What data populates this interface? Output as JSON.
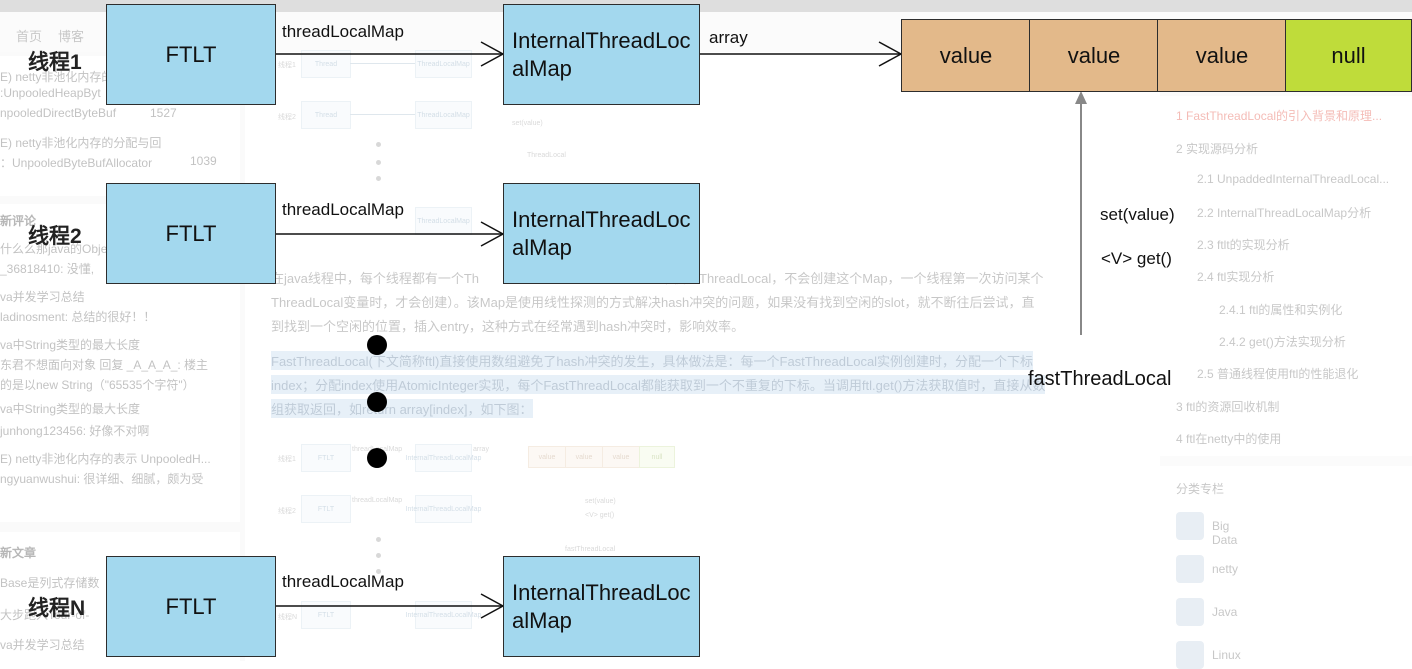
{
  "background": {
    "nav": [
      "首页",
      "博客"
    ],
    "left": {
      "articles": [
        "E) netty非池化内存的",
        ":UnpooledHeapByt",
        "npooledDirectByteBuf",
        "1527",
        "E) netty非池化内存的分配与回",
        "：UnpooledByteBufAllocator",
        "1039"
      ],
      "comments_heading": "新评论",
      "comments": [
        "什么么那java的Objec",
        "_36818410: 没懂,",
        "va并发学习总结",
        "ladinosment: 总结的很好！！",
        "va中String类型的最大长度",
        "东君不想面向对象 回复 _A_A_A_: 楼主",
        "的是以new String（\"65535个字符\"）",
        "va中String类型的最大长度",
        "junhong123456: 好像不对啊",
        "E) netty非池化内存的表示 UnpooledH...",
        "ngyuanwushui: 很详细、细腻，颇为受"
      ],
      "new_heading": "新文章",
      "new_articles": [
        "Base是列式存储数",
        "大步跑入Tour-of-",
        "va并发学习总结"
      ]
    },
    "toc": [
      "1 FastThreadLocal的引入背景和原理...",
      "2 实现源码分析",
      "2.1 UnpaddedInternalThreadLocal...",
      "2.2 InternalThreadLocalMap分析",
      "2.3 ftlt的实现分析",
      "2.4 ftl实现分析",
      "2.4.1 ftl的属性和实例化",
      "2.4.2 get()方法实现分析",
      "2.5 普通线程使用ftl的性能退化",
      "3 ftl的资源回收机制",
      "4 ftl在netty中的使用"
    ],
    "categories_heading": "分类专栏",
    "categories": [
      "Big Data",
      "netty",
      "Java",
      "Linux"
    ],
    "paragraph1": [
      "在java线程中，每个线程都有一个Th",
      "不使用ThreadLocal，不会创建这个Map，一个线程第一次访问某个",
      "ThreadLocal变量时，才会创建）。该Map是使用线性探测的方式解决hash冲突的问题，如果没有找到空闲的slot，就不断往后尝试，直",
      "到找到一个空闲的位置，插入entry，这种方式在经常遇到hash冲突时，影响效率。"
    ],
    "paragraph2": [
      "FastThreadLocal(下文简称ftl)直接使用数组避免了hash冲突的发生，具体做法是：每一个FastThreadLocal实例创建时，分配一个下标",
      "index；分配index使用AtomicInteger实现，每个FastThreadLocal都能获取到一个不重复的下标。当调用ftl.get()方法获取值时，直接从数",
      "组获取返回，如return array[index]，如下图："
    ],
    "mini_top": {
      "thread1": "线程1",
      "thread": "Thread",
      "tlm": "ThreadLocalMap",
      "thread2": "线程2",
      "setvalue": "set(value)",
      "threadlocal": "ThreadLocal"
    },
    "mini_bottom": {
      "thread1": "线程1",
      "thread2": "线程2",
      "threadn": "线程N",
      "ftlt": "FTLT",
      "itlm": "InternalThreadLocalMap",
      "tlm": "threadLocalMap",
      "array": "array",
      "value": "value",
      "null": "null",
      "set": "set(value)",
      "get": "<V> get()",
      "ftl": "fastThreadLocal"
    }
  },
  "diagram": {
    "threads": [
      {
        "label": "线程1",
        "ftlt": "FTLT",
        "edge": "threadLocalMap",
        "map": "InternalThreadLocalMap"
      },
      {
        "label": "线程2",
        "ftlt": "FTLT",
        "edge": "threadLocalMap",
        "map": "InternalThreadLocalMap"
      },
      {
        "label": "线程N",
        "ftlt": "FTLT",
        "edge": "threadLocalMap",
        "map": "InternalThreadLocalMap"
      }
    ],
    "array_label": "array",
    "array_cells": [
      "value",
      "value",
      "value",
      "null"
    ],
    "set_label": "set(value)",
    "get_label": "<V> get()",
    "ftl_label": "fastThreadLocal",
    "colors": {
      "box": "#a3d8ee",
      "value": "#e3b98a",
      "null": "#bfdc3a"
    }
  }
}
